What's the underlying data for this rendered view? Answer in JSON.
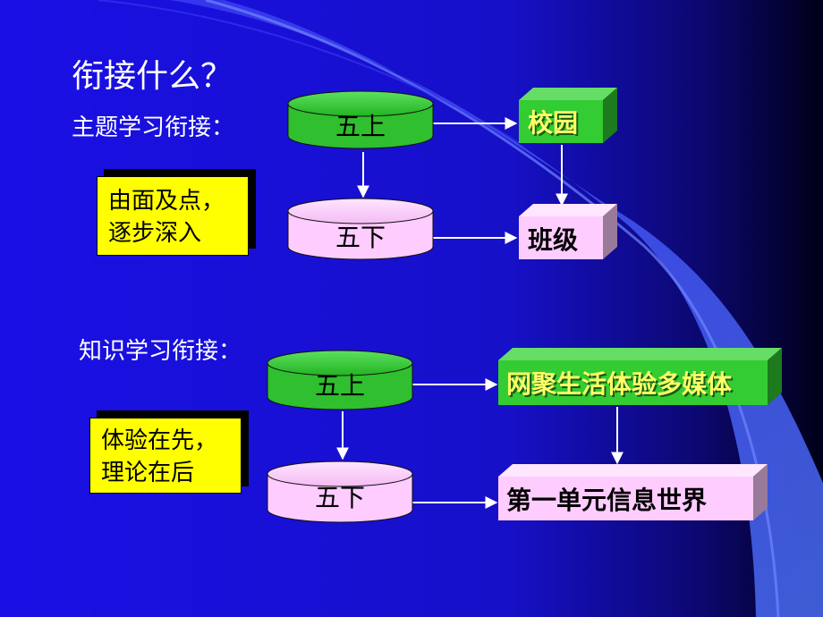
{
  "title": "衔接什么？",
  "section1": {
    "label": "主题学习衔接：",
    "note_lines": [
      "由面及点，",
      "逐步深入"
    ],
    "cylinder_top": "五上",
    "cylinder_bottom": "五下",
    "box_top": "校园",
    "box_bottom": "班级"
  },
  "section2": {
    "label": "知识学习衔接：",
    "note_lines": [
      "体验在先，",
      "理论在后"
    ],
    "cylinder_top": "五上",
    "cylinder_bottom": "五下",
    "box_top": "网聚生活体验多媒体",
    "box_bottom": "第一单元信息世界"
  },
  "colors": {
    "background": "#1a14e0",
    "green": "#33cc33",
    "pink": "#ffccff",
    "note_yellow": "#ffff00",
    "box_top_text": "#ffff66",
    "box_bottom_text": "#000000"
  }
}
